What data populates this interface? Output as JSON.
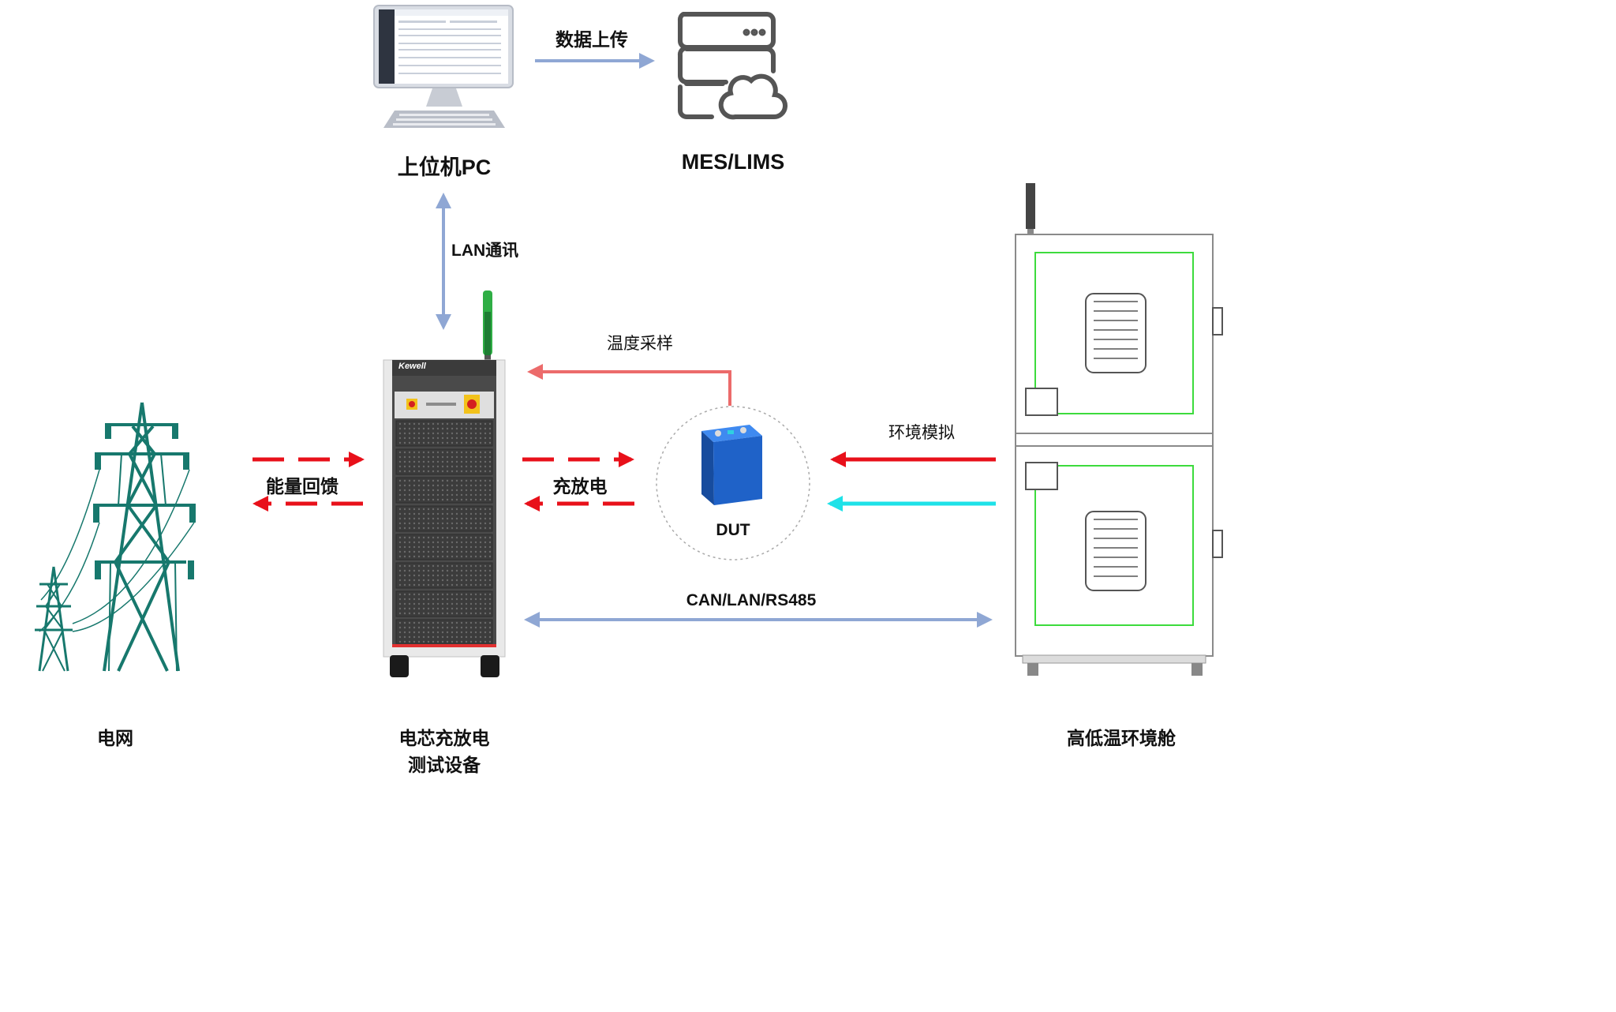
{
  "nodes": {
    "pc": "上位机PC",
    "mes": "MES/LIMS",
    "grid": "电网",
    "tester_line1": "电芯充放电",
    "tester_line2": "测试设备",
    "chamber": "高低温环境舱",
    "dut": "DUT"
  },
  "edges": {
    "upload": "数据上传",
    "lan": "LAN通讯",
    "temp_sampling": "温度采样",
    "feedback": "能量回馈",
    "charge_discharge": "充放电",
    "env_sim": "环境模拟",
    "bus": "CAN/LAN/RS485"
  },
  "brand": "Kewell",
  "colors": {
    "blue_arrow": "#8fa7d4",
    "red_arrow": "#e8101a",
    "pink_arrow": "#ec6b6b",
    "cyan_arrow": "#1ee2e8",
    "tower": "#17786d",
    "battery": "#1f62c8",
    "chamber_green": "#3ddb3d"
  }
}
